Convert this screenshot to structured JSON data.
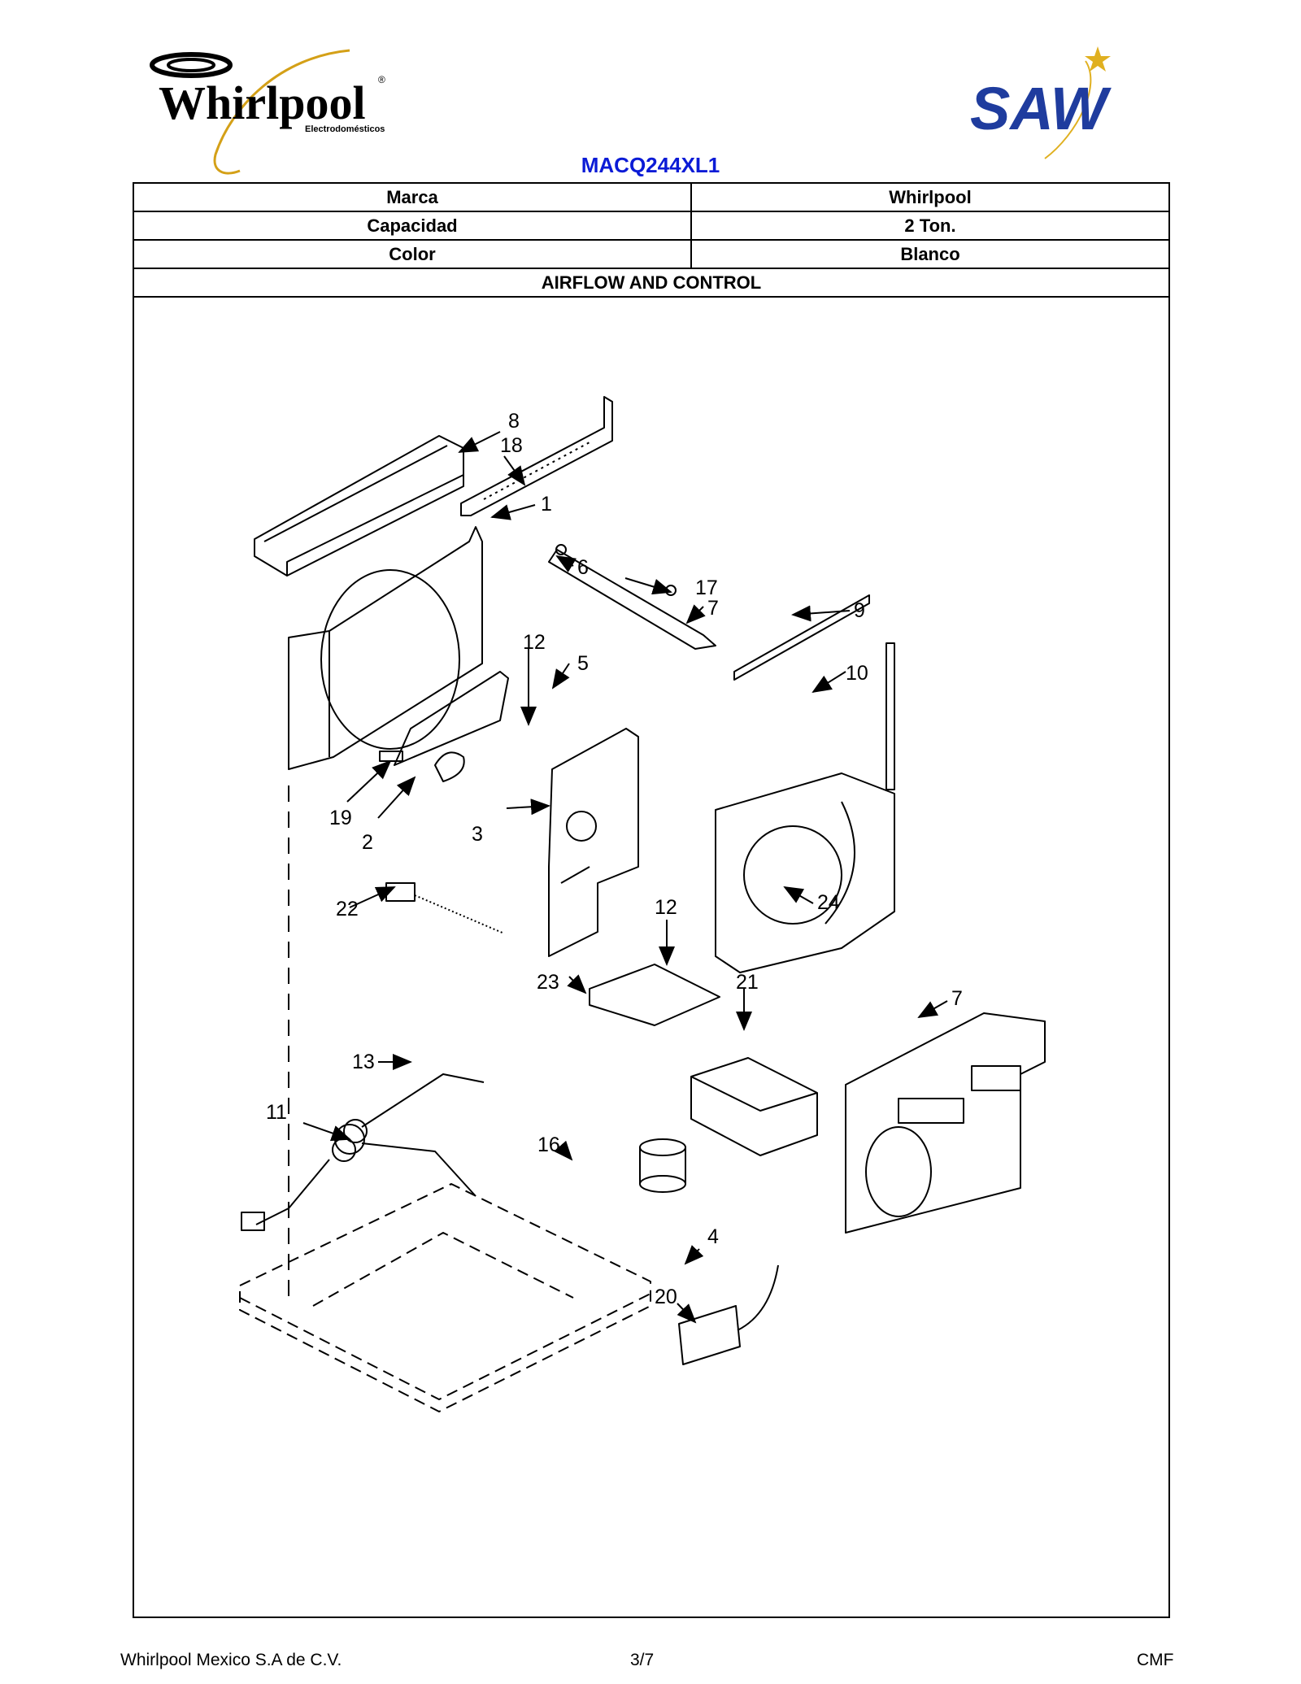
{
  "header": {
    "brand_logo": {
      "wordmark": "Whirlpool",
      "registered": "®",
      "subtitle": "Electrodomésticos"
    },
    "partner_logo": {
      "text": "SAW"
    },
    "model": "MACQ244XL1"
  },
  "spec_table": {
    "rows": [
      {
        "label": "Marca",
        "value": "Whirlpool"
      },
      {
        "label": "Capacidad",
        "value": "2 Ton."
      },
      {
        "label": "Color",
        "value": "Blanco"
      }
    ],
    "section_title": "AIRFLOW AND CONTROL"
  },
  "diagram": {
    "callouts": [
      "8",
      "18",
      "1",
      "6",
      "17",
      "7",
      "12",
      "5",
      "9",
      "10",
      "19",
      "2",
      "3",
      "22",
      "24",
      "12",
      "23",
      "21",
      "7",
      "13",
      "11",
      "16",
      "4",
      "20"
    ]
  },
  "footer": {
    "company": "Whirlpool Mexico S.A de C.V.",
    "page": "3/7",
    "code": "CMF"
  },
  "colors": {
    "model_text": "#0b1bd6",
    "logo_ring": "#d4a017",
    "saw_blue": "#1f3c9e",
    "saw_star": "#e0b020"
  }
}
